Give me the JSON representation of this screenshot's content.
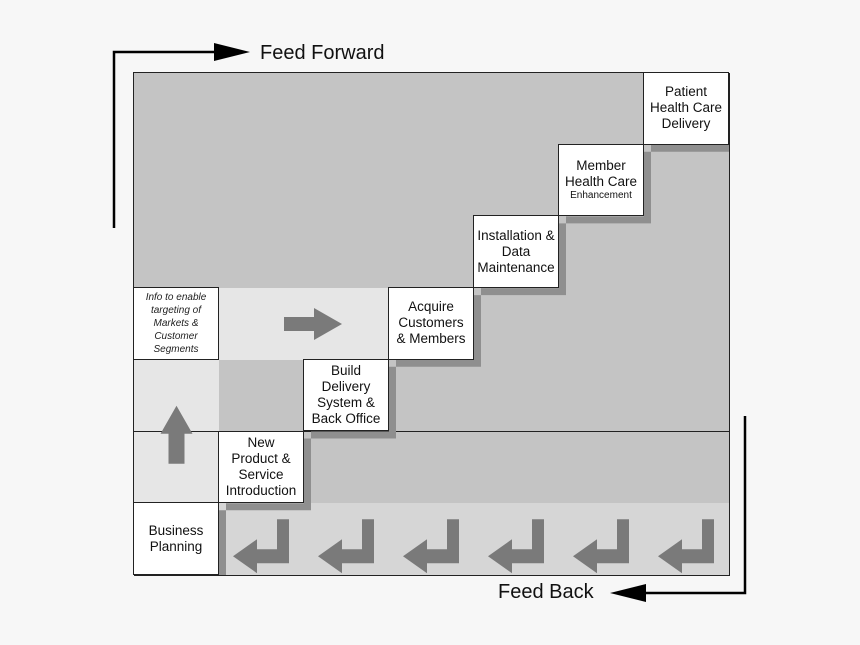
{
  "feed_forward": "Feed Forward",
  "feed_back": "Feed Back",
  "steps": [
    {
      "id": "business-planning",
      "lines": [
        "Business",
        "Planning"
      ]
    },
    {
      "id": "new-product",
      "lines": [
        "New",
        "Product &",
        "Service",
        "Introduction"
      ]
    },
    {
      "id": "build-delivery",
      "lines": [
        "Build",
        "Delivery",
        "System &",
        "Back Office"
      ]
    },
    {
      "id": "acquire-customers",
      "lines": [
        "Acquire",
        "Customers",
        "& Members"
      ]
    },
    {
      "id": "installation",
      "lines": [
        "Installation &",
        "Data",
        "Maintenance"
      ]
    },
    {
      "id": "member-health",
      "lines": [
        "Member",
        "Health Care"
      ],
      "small_line": "Enhancement"
    },
    {
      "id": "patient-health",
      "lines": [
        "Patient",
        "Health Care",
        "Delivery"
      ]
    }
  ],
  "info_note": [
    "Info to enable",
    "targeting of",
    "Markets &",
    "Customer",
    "Segments"
  ],
  "colors": {
    "dark_cell": "#c4c4c4",
    "light_cell": "#e6e6e6",
    "arrow": "#7a7a7a",
    "shadow": "#8f8f8f"
  }
}
